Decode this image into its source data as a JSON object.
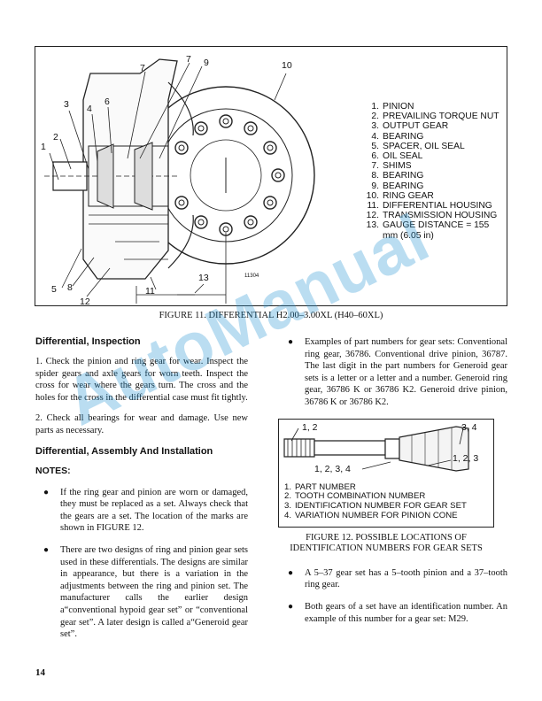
{
  "figure1": {
    "callouts": [
      "1",
      "2",
      "3",
      "4",
      "5",
      "6",
      "7",
      "7",
      "8",
      "9",
      "10",
      "11",
      "12",
      "13"
    ],
    "legend": [
      {
        "num": "1.",
        "text": "PINION"
      },
      {
        "num": "2.",
        "text": "PREVAILING TORQUE NUT"
      },
      {
        "num": "3.",
        "text": "OUTPUT GEAR"
      },
      {
        "num": "4.",
        "text": "BEARING"
      },
      {
        "num": "5.",
        "text": "SPACER, OIL SEAL"
      },
      {
        "num": "6.",
        "text": "OIL SEAL"
      },
      {
        "num": "7.",
        "text": "SHIMS"
      },
      {
        "num": "8.",
        "text": "BEARING"
      },
      {
        "num": "9.",
        "text": "BEARING"
      },
      {
        "num": "10.",
        "text": "RING GEAR"
      },
      {
        "num": "11.",
        "text": "DIFFERENTIAL HOUSING"
      },
      {
        "num": "12.",
        "text": "TRANSMISSION HOUSING"
      },
      {
        "num": "13.",
        "text": "GAUGE DISTANCE = 155 mm (6.05 in)"
      }
    ],
    "code": "11304",
    "caption": "FIGURE 11. DIFFERENTIAL H2.00–3.00XL (H40–60XL)"
  },
  "watermark": "AutoManual",
  "left": {
    "inspection_heading": "Differential, Inspection",
    "inspection_p1": "1. Check the pinion and ring gear for wear. Inspect the spider gears and axle gears for worn teeth. Inspect the cross for wear where the gears turn. The cross and the holes for the cross in the differential case must fit tightly.",
    "inspection_p2": "2. Check all bearings for wear and damage. Use new parts as necessary.",
    "assembly_heading": "Differential, Assembly And Installation",
    "notes_label": "NOTES:",
    "bullet_glyph": "●",
    "notes": [
      "If the ring gear and pinion are worn or damaged, they must be replaced as a set. Always check that the gears are a set. The location of the marks are shown in FIGURE 12.",
      "There are two designs of ring and pinion gear sets used in these differentials. The designs are similar in appearance, but there is a variation in the adjustments between the ring and pinion set. The manufacturer calls the earlier design a“conventional hypoid gear set” or “conventional gear set”. A later design is called a“Generoid gear set”."
    ]
  },
  "right": {
    "bullet_top": "Examples of part numbers for gear sets: Conventional ring gear, 36786. Conventional drive pinion, 36787. The last digit in the part numbers for Generoid gear sets is a letter or a letter and a number. Generoid ring gear, 36786 K or 36786 K2. Generoid drive pinion, 36786 K or 36786 K2.",
    "figure2": {
      "labels": {
        "top_left": "1, 2",
        "top_right": "3, 4",
        "mid_right": "1, 2, 3",
        "mid_left": "1, 2, 3, 4"
      },
      "legend": [
        {
          "num": "1.",
          "text": "PART NUMBER"
        },
        {
          "num": "2.",
          "text": "TOOTH COMBINATION NUMBER"
        },
        {
          "num": "3.",
          "text": "IDENTIFICATION NUMBER FOR GEAR SET"
        },
        {
          "num": "4.",
          "text": "VARIATION NUMBER FOR PINION CONE"
        }
      ],
      "caption": "FIGURE 12. POSSIBLE LOCATIONS OF IDENTIFICATION NUMBERS FOR GEAR SETS"
    },
    "bullets": [
      "A 5–37 gear set has a 5–tooth pinion and a 37–tooth ring gear.",
      "Both gears of a set have an identification number. An example of this number for a gear set: M29."
    ]
  },
  "page_number": "14"
}
